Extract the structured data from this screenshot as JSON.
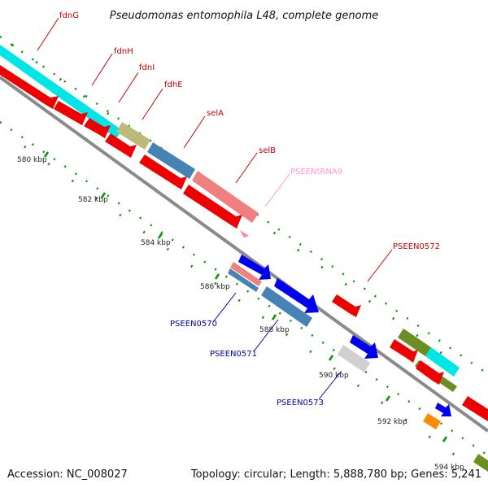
{
  "title": "Pseudomonas entomophila L48, complete genome",
  "footer": {
    "accession": "Accession: NC_008027",
    "topology": "Topology: circular; Length: 5,888,780 bp; Genes: 5,241"
  },
  "ticks": [
    "580 kbp",
    "582 kbp",
    "584 kbp",
    "586 kbp",
    "588 kbp",
    "590 kbp",
    "592 kbp",
    "594 kbp"
  ],
  "gene_labels": [
    {
      "text": "fdnG",
      "color": "#cc0000"
    },
    {
      "text": "fdnH",
      "color": "#cc0000"
    },
    {
      "text": "fdnI",
      "color": "#cc0000"
    },
    {
      "text": "fdhE",
      "color": "#cc0000"
    },
    {
      "text": "selA",
      "color": "#cc0000"
    },
    {
      "text": "selB",
      "color": "#cc0000"
    },
    {
      "text": "PSEENtRNA9",
      "color": "#ff99cc"
    },
    {
      "text": "PSEEN0572",
      "color": "#cc0000"
    },
    {
      "text": "PSEEN0570",
      "color": "#0000aa"
    },
    {
      "text": "PSEEN0571",
      "color": "#0000aa"
    },
    {
      "text": "PSEEN0573",
      "color": "#0000aa"
    }
  ],
  "colors": {
    "cds_red": "#ff0000",
    "trna_cyan": "#00e5e5",
    "olive": "#bbbb77",
    "steel": "#4682b4",
    "pink": "#f08080",
    "blue": "#0000ee",
    "grey": "#d3d3d3",
    "green": "#6b8e23",
    "orange": "#ff8c00",
    "backbone": "#888888",
    "tick_green": "#009900"
  }
}
